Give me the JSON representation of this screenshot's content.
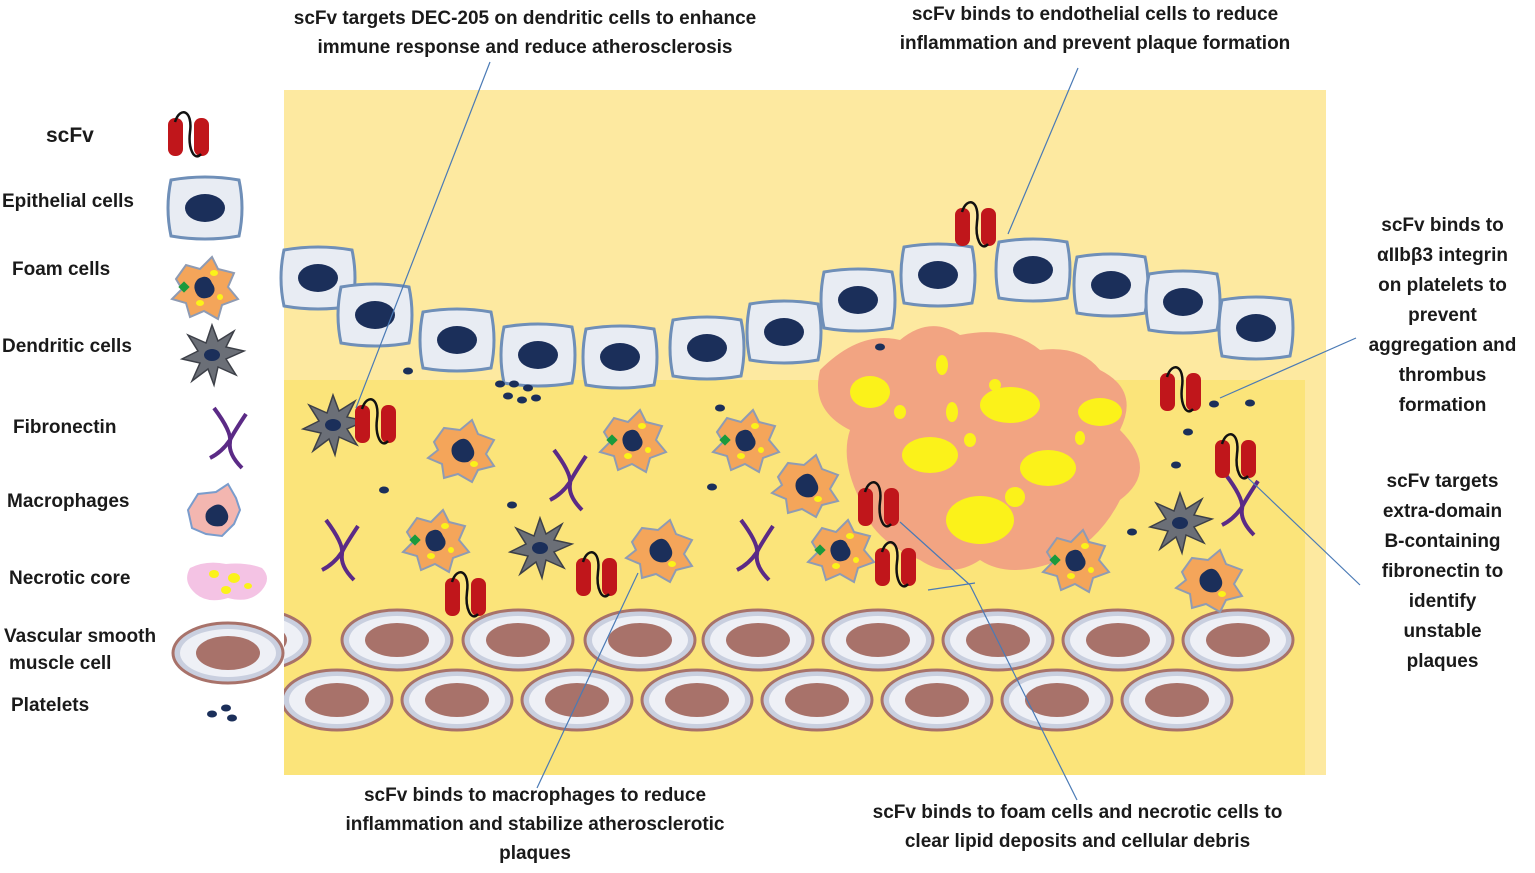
{
  "legend": {
    "scfv": "scFv",
    "epithelial": "Epithelial cells",
    "foam": "Foam cells",
    "dendritic": "Dendritic cells",
    "fibronectin": "Fibronectin",
    "macrophages": "Macrophages",
    "necrotic": "Necrotic core",
    "vsmc_line1": "Vascular smooth",
    "vsmc_line2": "muscle cell",
    "platelets": "Platelets"
  },
  "captions": {
    "dec205_line1": "scFv targets DEC-205 on dendritic cells to enhance",
    "dec205_line2": "immune response and reduce atherosclerosis",
    "endothelial_line1": "scFv binds to endothelial cells to reduce",
    "endothelial_line2": "inflammation and prevent plaque formation",
    "integrin_line1": "scFv binds to",
    "integrin_line2": "αIIbβ3 integrin",
    "integrin_line3": "on platelets to",
    "integrin_line4": "prevent",
    "integrin_line5": "aggregation and",
    "integrin_line6": "thrombus",
    "integrin_line7": "formation",
    "edb_line1": "scFv targets",
    "edb_line2": "extra-domain",
    "edb_line3": "B-containing",
    "edb_line4": "fibronectin to",
    "edb_line5": "identify",
    "edb_line6": "unstable",
    "edb_line7": "plaques",
    "macrophage_line1": "scFv binds to macrophages to reduce",
    "macrophage_line2": "inflammation and stabilize atherosclerotic",
    "macrophage_line3": "plaques",
    "foam_line1": "scFv binds to foam cells and necrotic cells to",
    "foam_line2": "clear lipid deposits and cellular debris"
  },
  "colors": {
    "background": "#fbe47a",
    "scfv_red": "#c0161b",
    "nucleus_navy": "#1b2f5a",
    "epithelial_fill": "#e8ecf3",
    "epithelial_border": "#6f8fb8",
    "foam_fill": "#f4a55a",
    "macrophage_fill": "#f3b6b0",
    "necrotic_fill": "#f2a482",
    "lipid_yellow": "#fbf21a",
    "fibronectin_purple": "#5b2a86",
    "dendritic_gray": "#6b6f77",
    "vsmc_nucleus": "#a8726a",
    "leader_line": "#4a7ab5"
  },
  "icons": [
    "scfv-icon",
    "epithelial-cell-icon",
    "foam-cell-icon",
    "dendritic-cell-icon",
    "fibronectin-icon",
    "macrophage-icon",
    "necrotic-core-icon",
    "vsmc-icon",
    "platelets-icon"
  ]
}
